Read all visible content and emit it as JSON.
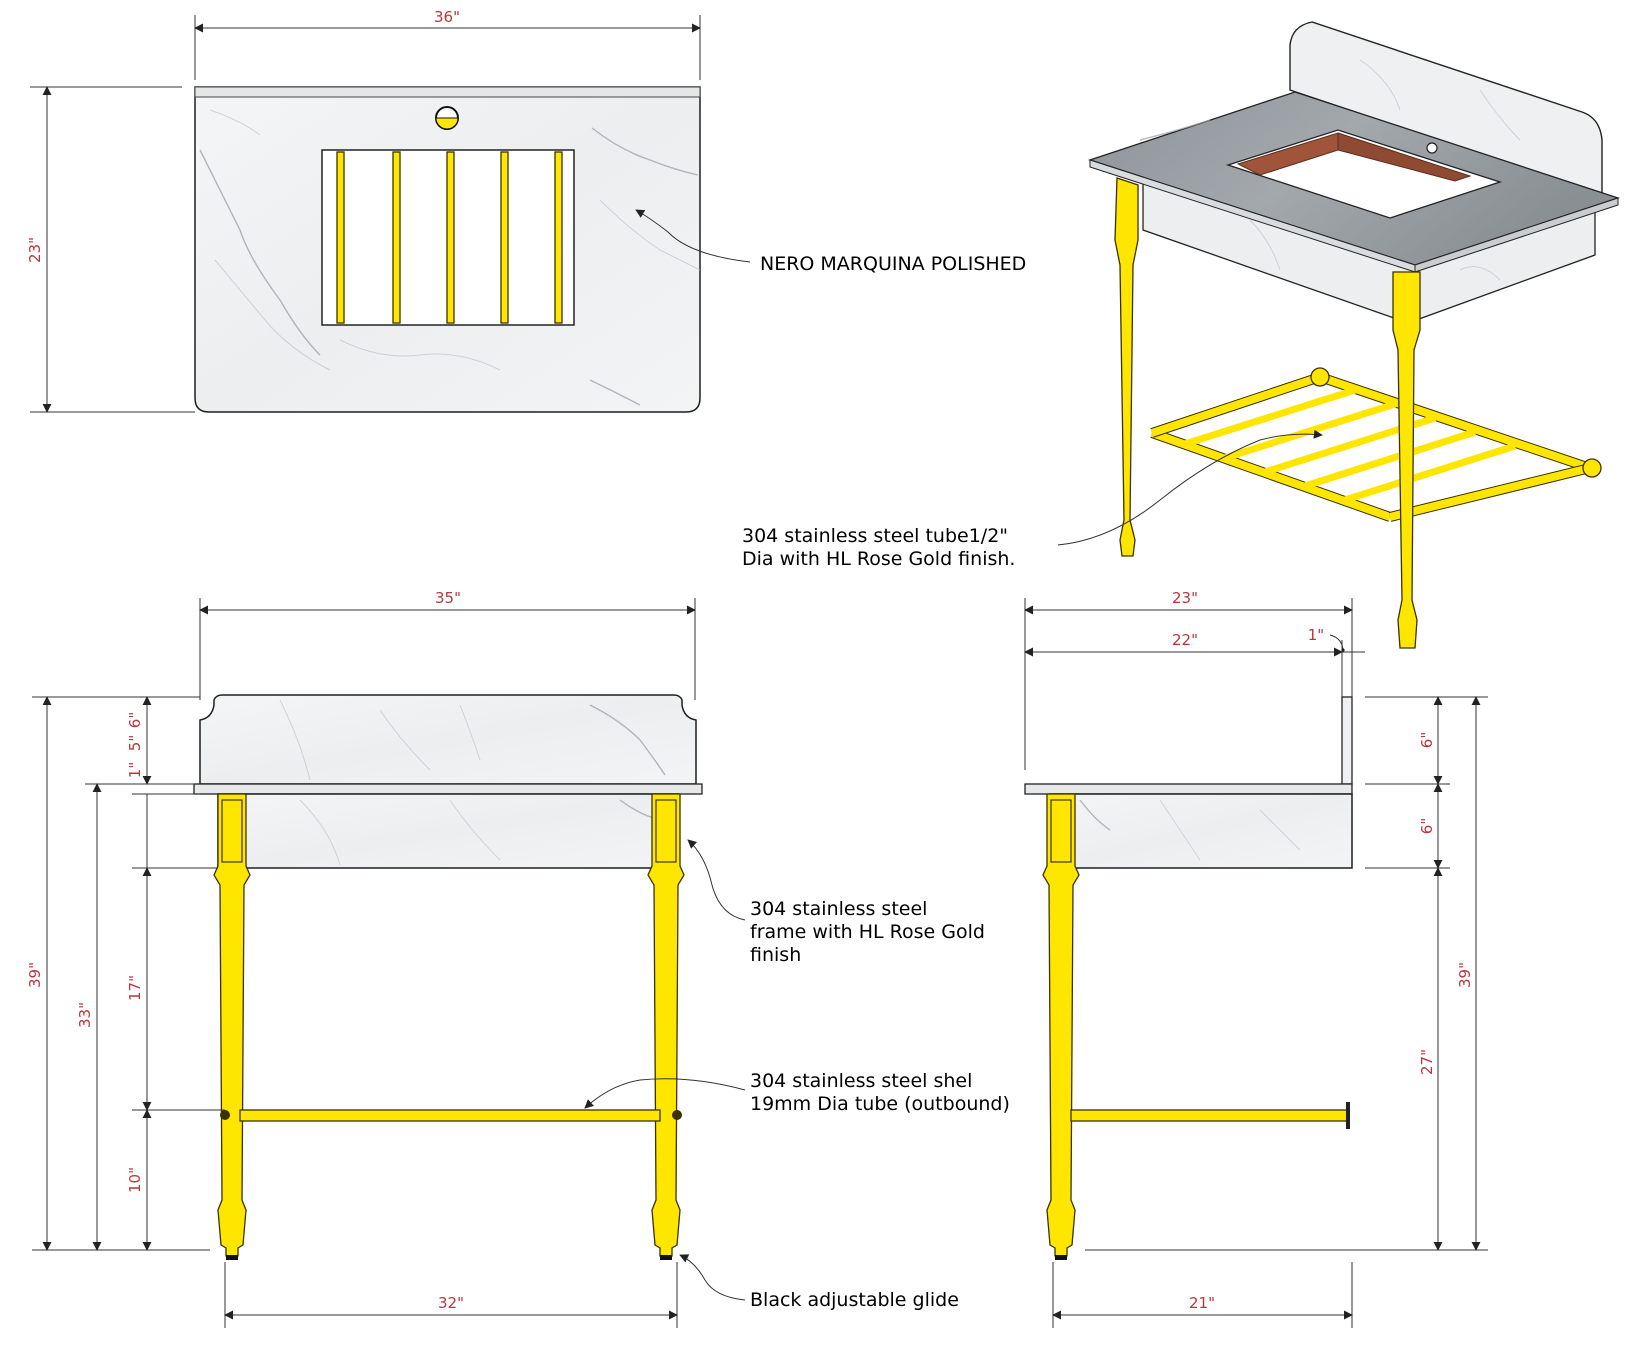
{
  "colors": {
    "dimension_text": "#b8373d",
    "frame_finish": "#ffe600",
    "marble_base": "#f1f2f3",
    "backing_wood": "#a0553b"
  },
  "plan_view": {
    "width_label": "36\"",
    "depth_label": "23\"",
    "top_note": "NERO MARQUINA POLISHED"
  },
  "iso_view": {
    "tube_note_line1": "304   stainless   steel   tube1/2\"",
    "tube_note_line2": "Dia with HL Rose Gold finish."
  },
  "front_view": {
    "top_width_label": "35\"",
    "leg_span_label": "32\"",
    "overall_height_label": "39\"",
    "counter_height_label": "33\"",
    "backsplash_label": "5\"",
    "topslab_label": "1\"",
    "apron_label": "6\"",
    "leg_upper_label": "17\"",
    "leg_lower_label": "10\"",
    "frame_note_line1": "304       stainless       steel",
    "frame_note_line2": "frame with HL Rose Gold",
    "frame_note_line3": "finish",
    "shelf_note_line1": "304 stainless steel shel",
    "shelf_note_line2": "19mm Dia tube (outbound)",
    "glide_note": "Black adjustable glide"
  },
  "side_view": {
    "depth_label": "23\"",
    "inner_depth_label": "22\"",
    "backsplash_thk_label": "1\"",
    "backsplash_height_label": "6\"",
    "apron_label": "6\"",
    "leg_label": "27\"",
    "overall_height_label": "39\"",
    "base_depth_label": "21\""
  }
}
